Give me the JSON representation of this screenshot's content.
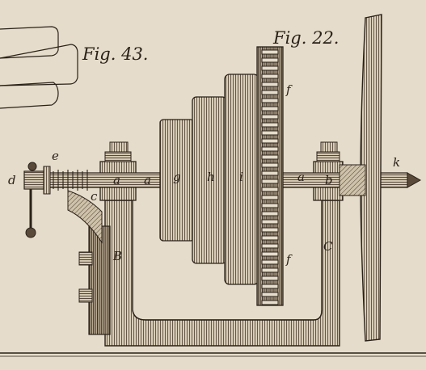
{
  "figures": {
    "fig43": "Fig. 43.",
    "fig22": "Fig. 22."
  },
  "labels": {
    "d": "d",
    "e": "e",
    "c": "c",
    "a": "a",
    "a2": "a",
    "g": "g",
    "h": "h",
    "i": "i",
    "a3": "a",
    "b": "b",
    "k": "k",
    "f_top": "f",
    "f_bottom": "f",
    "B": "B",
    "C": "C"
  },
  "colors": {
    "paper": "#e6dccb",
    "ink": "#2a2118"
  }
}
